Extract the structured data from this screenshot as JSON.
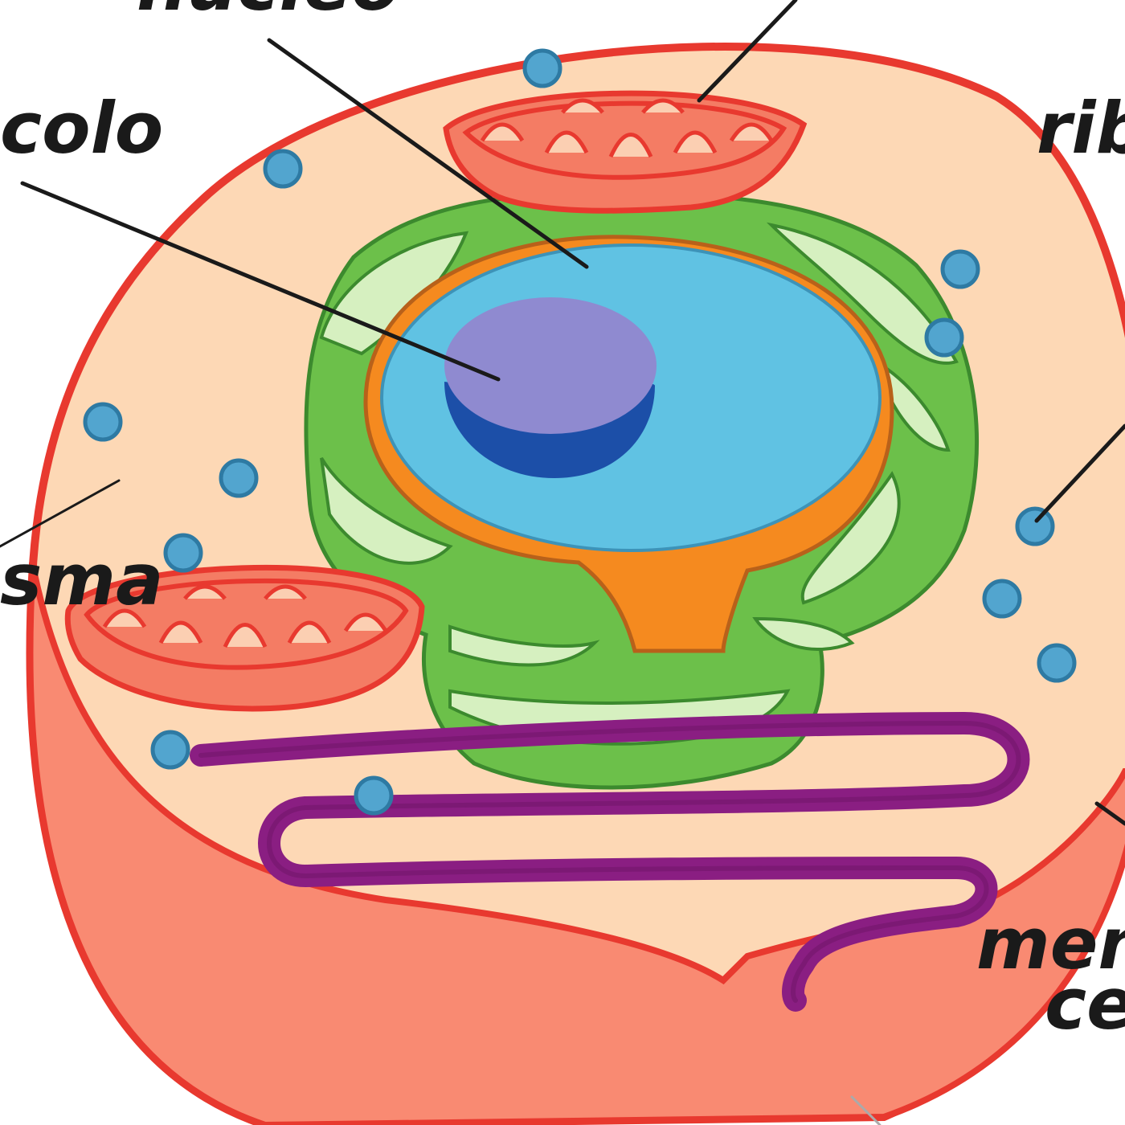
{
  "labels": {
    "nucleo": "núcleo",
    "nucleolo": "colo",
    "ribosoma": "rib",
    "citoplasma": "sma",
    "membrana_1": "mem",
    "membrana_2": "cel"
  },
  "colors": {
    "cell_outline": "#e8392f",
    "cytoplasm": "#fdd8b5",
    "cytoplasm_shadow": "#f98a72",
    "nucleus": "#60c2e3",
    "nucleolus": "#8f8ad0",
    "nucleolus_shadow": "#1c4fa8",
    "nuclear_envelope": "#f58a1f",
    "golgi_er": "#6cc04a",
    "golgi_light": "#d6f0c0",
    "mitochondria": "#f47c64",
    "mitochondria_crista": "#fbcfb2",
    "ribosome": "#52a5cf",
    "rough_er": "#8a1e82",
    "leader_line": "#1a1a1a"
  }
}
